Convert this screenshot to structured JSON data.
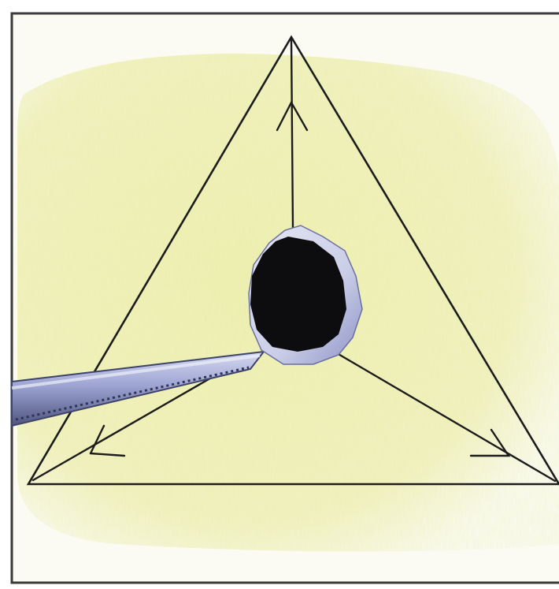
{
  "illustration": {
    "colors": {
      "paper": "#fbfbf4",
      "wash": "#eef0b4",
      "wash_light": "#f6f7d6",
      "ink": "#1c1c1c",
      "border": "#3a3a3a",
      "hole": "#0d0d0f",
      "hole_rim": "#c9cde6",
      "hole_rim_shadow": "#8e93c7",
      "blade": "#9ea5d3",
      "blade_light": "#d7daf0",
      "blade_dark": "#4f557f"
    },
    "elements": {
      "triangle": "equilateral-triangle",
      "hole": "punched-hole",
      "tool": "saw-blade",
      "arrows": [
        "arrow-up",
        "arrow-lower-left",
        "arrow-lower-right"
      ]
    }
  }
}
